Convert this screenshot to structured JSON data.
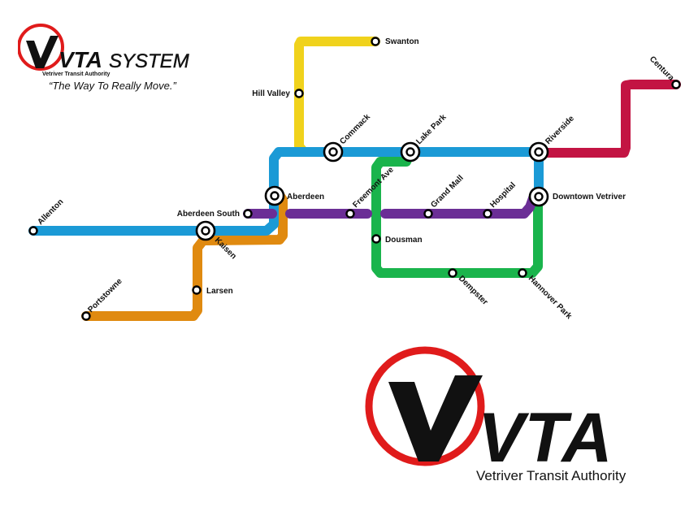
{
  "header": {
    "logo_text": "VTA",
    "logo_word": "SYSTEM",
    "logo_subtitle": "Vetriver Transit Authority",
    "tagline": "“The Way To Really Move.”"
  },
  "footer_logo": {
    "text": "VTA",
    "subtitle": "Vetriver Transit Authority"
  },
  "colors": {
    "blue": "#1b9ad6",
    "yellow": "#f0d21c",
    "orange": "#e08a10",
    "purple": "#6b2e96",
    "green": "#1ab44c",
    "red": "#c31443",
    "logo_red": "#e01b1b"
  },
  "lines": [
    {
      "id": "blue",
      "color": "#1b9ad6"
    },
    {
      "id": "yellow",
      "color": "#f0d21c"
    },
    {
      "id": "orange",
      "color": "#e08a10"
    },
    {
      "id": "purple",
      "color": "#6b2e96"
    },
    {
      "id": "green",
      "color": "#1ab44c"
    },
    {
      "id": "red",
      "color": "#c31443"
    }
  ],
  "stations": {
    "swanton": "Swanton",
    "hill_valley": "Hill Valley",
    "commack": "Commack",
    "lake_park": "Lake Park",
    "riverside": "Riverside",
    "centura": "Centura",
    "allenton": "Allenton",
    "aberdeen_south": "Aberdeen South",
    "aberdeen": "Aberdeen",
    "kaisen": "Kaisen",
    "larsen": "Larsen",
    "portstowne": "Portstowne",
    "freemont_ave": "Freemont Ave",
    "grand_mall": "Grand Mall",
    "hospital": "Hospital",
    "downtown_vetriver": "Downtown Vetriver",
    "dousman": "Dousman",
    "dempster": "Dempster",
    "hannover_park": "Hannover Park"
  }
}
